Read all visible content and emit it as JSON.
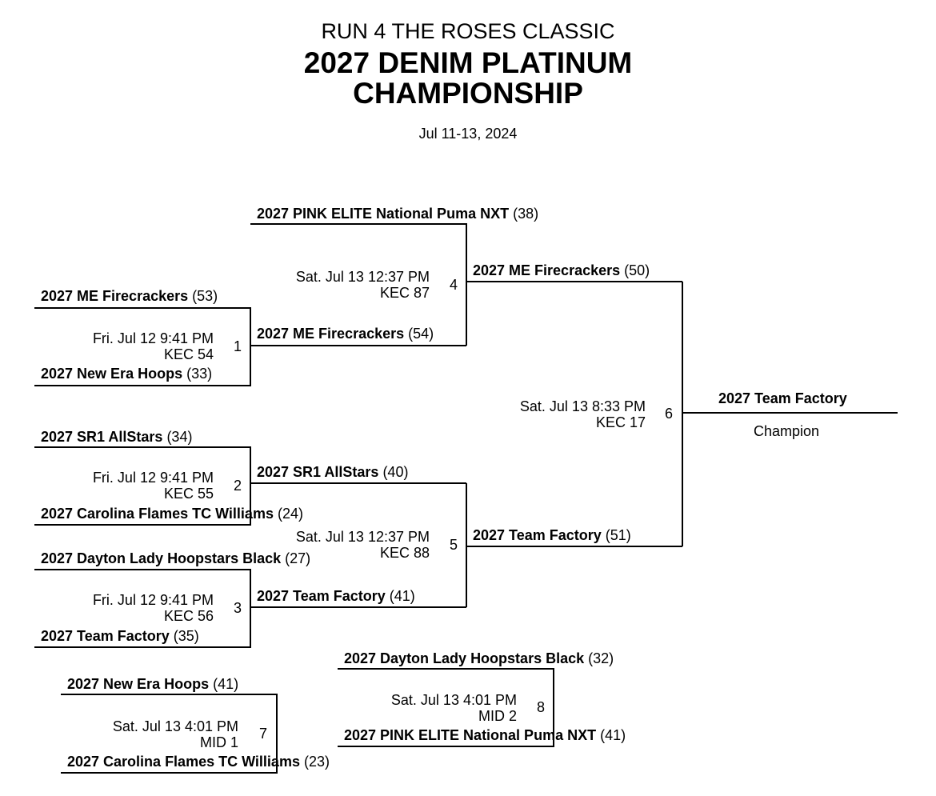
{
  "header": {
    "subtitle": "RUN 4 THE ROSES CLASSIC",
    "title_line1": "2027 DENIM PLATINUM",
    "title_line2": "CHAMPIONSHIP",
    "dates": "Jul 11-13, 2024"
  },
  "games": {
    "g1": {
      "number": "1",
      "date": "Fri. Jul 12 9:41 PM",
      "court": "KEC 54",
      "team1": {
        "name": "2027 ME Firecrackers",
        "score": "(53)"
      },
      "team2": {
        "name": "2027 New Era Hoops",
        "score": "(33)"
      }
    },
    "g2": {
      "number": "2",
      "date": "Fri. Jul 12 9:41 PM",
      "court": "KEC 55",
      "team1": {
        "name": "2027 SR1 AllStars",
        "score": "(34)"
      },
      "team2": {
        "name": "2027 Carolina Flames TC Williams",
        "score": "(24)"
      }
    },
    "g3": {
      "number": "3",
      "date": "Fri. Jul 12 9:41 PM",
      "court": "KEC 56",
      "team1": {
        "name": "2027 Dayton Lady Hoopstars Black",
        "score": "(27)"
      },
      "team2": {
        "name": "2027 Team Factory",
        "score": "(35)"
      }
    },
    "g4": {
      "number": "4",
      "date": "Sat. Jul 13 12:37 PM",
      "court": "KEC 87",
      "team1": {
        "name": "2027 PINK ELITE National Puma NXT",
        "score": "(38)"
      },
      "team2": {
        "name": "2027 ME Firecrackers",
        "score": "(54)"
      }
    },
    "g5": {
      "number": "5",
      "date": "Sat. Jul 13 12:37 PM",
      "court": "KEC 88",
      "team1": {
        "name": "2027 SR1 AllStars",
        "score": "(40)"
      },
      "team2": {
        "name": "2027 Team Factory",
        "score": "(41)"
      }
    },
    "g6": {
      "number": "6",
      "date": "Sat. Jul 13 8:33 PM",
      "court": "KEC 17",
      "team1": {
        "name": "2027 ME Firecrackers",
        "score": "(50)"
      },
      "team2": {
        "name": "2027 Team Factory",
        "score": "(51)"
      }
    },
    "g7": {
      "number": "7",
      "date": "Sat. Jul 13 4:01 PM",
      "court": "MID 1",
      "team1": {
        "name": "2027 New Era Hoops",
        "score": "(41)"
      },
      "team2": {
        "name": "2027 Carolina Flames TC Williams",
        "score": "(23)"
      }
    },
    "g8": {
      "number": "8",
      "date": "Sat. Jul 13 4:01 PM",
      "court": "MID 2",
      "team1": {
        "name": "2027 Dayton Lady Hoopstars Black",
        "score": "(32)"
      },
      "team2": {
        "name": "2027 PINK ELITE National Puma NXT",
        "score": "(41)"
      }
    }
  },
  "champion": {
    "name": "2027 Team Factory",
    "label": "Champion"
  }
}
